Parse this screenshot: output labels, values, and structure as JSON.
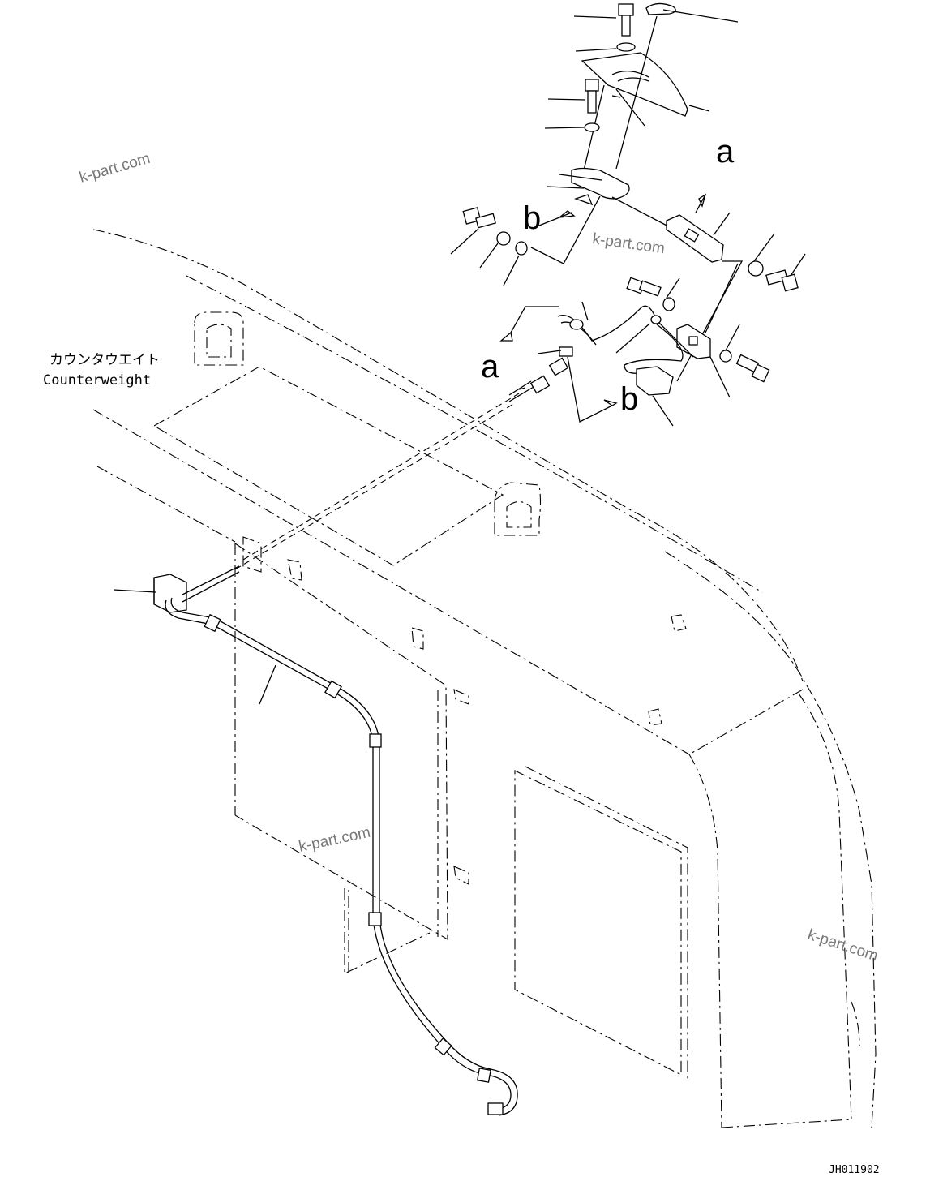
{
  "labels": {
    "jp_name": "カウンタウエイト",
    "en_name": "Counterweight",
    "ref_a": "a",
    "ref_b": "b",
    "drawing_code": "JH011902"
  },
  "watermarks": [
    "k-part.com",
    "k-part.com",
    "k-part.com",
    "k-part.com"
  ]
}
